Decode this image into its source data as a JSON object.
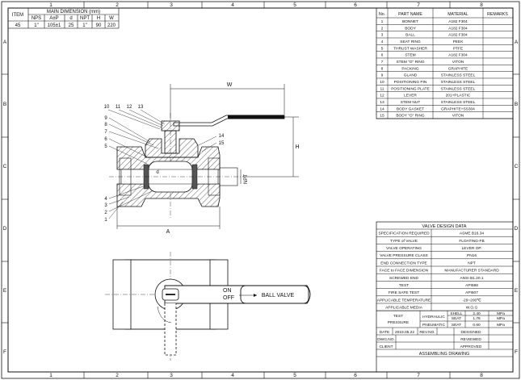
{
  "border": {
    "columns": [
      "1",
      "2",
      "3",
      "4",
      "5",
      "6",
      "7",
      "8"
    ],
    "rows": [
      "A",
      "B",
      "C",
      "D",
      "E",
      "F"
    ]
  },
  "dimension_table": {
    "item_label": "ITEM",
    "group_label": "MAIN DIMENSION (mm)",
    "headers": [
      "NPS",
      "A±P",
      "d",
      "NPT",
      "H",
      "W"
    ],
    "row": {
      "item": "45",
      "values": [
        "1\"",
        "105±1",
        "25",
        "1\"",
        "90",
        "220"
      ]
    }
  },
  "parts_table": {
    "headers": [
      "No.",
      "PART NAME",
      "MATERIAL",
      "REMARKS"
    ],
    "rows": [
      [
        "1",
        "BONNET",
        "A182 F304",
        ""
      ],
      [
        "2",
        "BODY",
        "A182 F304",
        ""
      ],
      [
        "3",
        "BALL",
        "A182 F304",
        ""
      ],
      [
        "4",
        "SEAT RING",
        "PEEK",
        ""
      ],
      [
        "5",
        "THRUST WASHER",
        "PTFE",
        ""
      ],
      [
        "6",
        "STEM",
        "A182 F304",
        ""
      ],
      [
        "7",
        "STEM \"O\" RING",
        "VITON",
        ""
      ],
      [
        "8",
        "PACKING",
        "GRAPHITE",
        ""
      ],
      [
        "9",
        "GLAND",
        "STAINLESS STEEL",
        ""
      ],
      [
        "10",
        "POSITIONING PIN",
        "STAINLESS STEEL",
        ""
      ],
      [
        "11",
        "POSITIONING PLATE",
        "STAINLESS STEEL",
        ""
      ],
      [
        "12",
        "LEVER",
        "201+PLASTIC",
        ""
      ],
      [
        "13",
        "STEM NUT",
        "STAINLESS STEEL",
        ""
      ],
      [
        "14",
        "BODY GASKET",
        "GRAPHITE+SS304",
        ""
      ],
      [
        "15",
        "BODY \"O\" RING",
        "VITON",
        ""
      ]
    ]
  },
  "design_data": {
    "title": "VALVE DESIGN DATA",
    "rows": [
      [
        "SPECIFICATION REQUIRED",
        "ASME B16.34"
      ],
      [
        "TYPE of VALVE",
        "FLOATING-FB"
      ],
      [
        "VALVE OPERATING",
        "LEVER OP."
      ],
      [
        "VALVE PRESSURE CLASS",
        "PN16"
      ],
      [
        "END CONNECTION TYPE",
        "NPT"
      ],
      [
        "FACE to FACE DIMENSION",
        "MANUFACTURER STANDARD"
      ],
      [
        "SCREWED END",
        "ANSI B1.20.1"
      ],
      [
        "TEST",
        "API598"
      ],
      [
        "FIRE SAFE TEST",
        "API607"
      ],
      [
        "APPLICABLE TEMPERATURE",
        "-29~200℃"
      ],
      [
        "APPLICABLE MEDIA",
        "W.O.G"
      ]
    ],
    "test_pressure": {
      "label_1": "TEST",
      "label_2": "PRESSURE",
      "hydraulic": "HYDRAULIC",
      "pneumatic": "PNEUMATIC",
      "lines": [
        {
          "part": "SHELL",
          "value": "2.40",
          "unit": "MPa"
        },
        {
          "part": "SEAT",
          "value": "1.76",
          "unit": "MPa"
        },
        {
          "part": "SEAT",
          "value": "0.60",
          "unit": "MPa"
        }
      ]
    }
  },
  "title_block": {
    "date_label": "DATE",
    "date": "2019.05.22",
    "rev_label": "REV.NO.",
    "designed": "DESIGNED",
    "dwg_label": "DWG.NO.",
    "reviewed": "REVIEWED",
    "client_label": "CLIENT",
    "approved": "APPROVED",
    "drawing_title": "ASSEMBLING DRAWING"
  },
  "section_view": {
    "callouts_top": [
      "10",
      "11",
      "12",
      "13"
    ],
    "callouts_left_upper": [
      "9",
      "8",
      "7",
      "6",
      "5"
    ],
    "callouts_right": [
      "14",
      "15"
    ],
    "callouts_left_lower": [
      "4",
      "3",
      "2",
      "1"
    ],
    "dim_w": "W",
    "dim_h": "H",
    "dim_a": "A",
    "dim_d": "d",
    "dim_npt": "NPT"
  },
  "top_view": {
    "on_label": "ON",
    "off_label": "OFF",
    "handle_text": "BALL   VALVE"
  }
}
